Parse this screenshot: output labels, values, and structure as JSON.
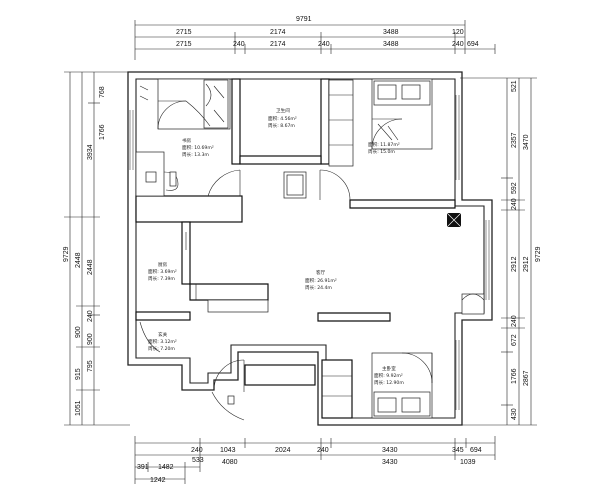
{
  "dimensions": {
    "top_total": "9791",
    "top_row1": [
      "2715",
      "2174",
      "3488",
      "120"
    ],
    "top_row2": [
      "2715",
      "240",
      "2174",
      "240",
      "3488",
      "240",
      "694"
    ],
    "bottom_row1": [
      "240",
      "1043",
      "2024",
      "240",
      "3430",
      "345",
      "694"
    ],
    "bottom_row2": [
      "4080",
      "3430",
      "1039"
    ],
    "bottom_row3": [
      "391",
      "1482",
      "533"
    ],
    "bottom_total": "1242",
    "left_outer": [
      "3934",
      "2448",
      "900",
      "915",
      "1051"
    ],
    "left_total": "9729",
    "left_inner": [
      "768",
      "1766",
      "2448",
      "240",
      "900",
      "795"
    ],
    "right_inner": [
      "521",
      "2357",
      "592",
      "240",
      "2912",
      "240",
      "672",
      "1766",
      "430"
    ],
    "right_outer": [
      "3470",
      "2912",
      "2867"
    ],
    "right_total": "9729"
  },
  "rooms": {
    "study": {
      "name": "书房",
      "area": "面积: 10.69m²",
      "perimeter": "周长: 13.3m"
    },
    "bathroom": {
      "name": "卫生间",
      "area": "面积: 4.56m²",
      "perimeter": "周长: 8.67m"
    },
    "bedroom_ne": {
      "area": "面积: 11.87m²",
      "perimeter": "周长: 15.0m"
    },
    "living": {
      "name": "客厅",
      "area": "面积: 26.91m²",
      "perimeter": "周长: 24.4m"
    },
    "kitchen": {
      "name": "厨房",
      "area": "面积: 3.69m²",
      "perimeter": "周长: 7.39m"
    },
    "entry": {
      "name": "玄关",
      "area": "面积: 3.12m²",
      "perimeter": "周长: 7.20m"
    },
    "master": {
      "name": "主卧室",
      "area": "面积: 9.92m²",
      "perimeter": "周长: 12.90m"
    }
  }
}
